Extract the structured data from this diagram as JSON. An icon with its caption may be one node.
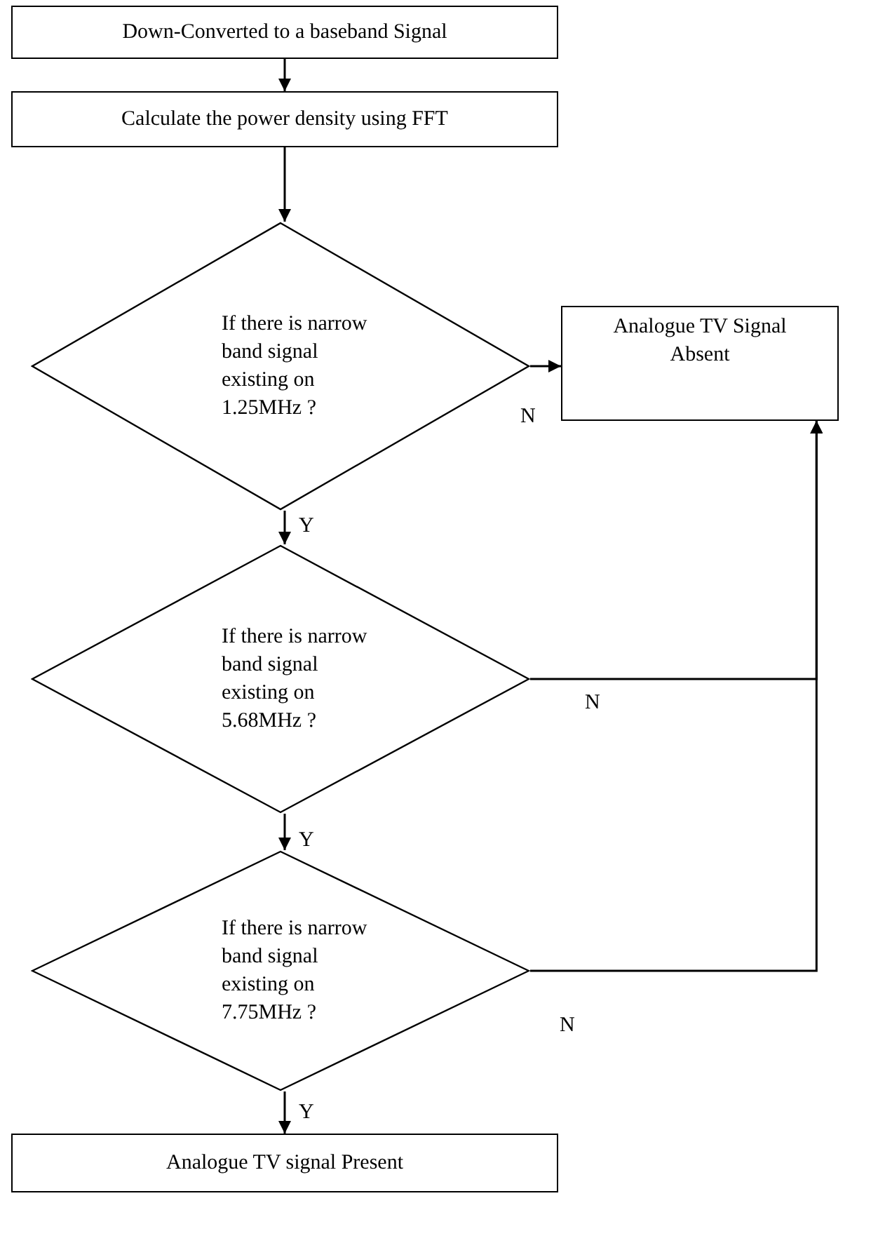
{
  "diagram": {
    "nodes": [
      {
        "text": [
          "Down-Converted to a baseband Signal"
        ]
      },
      {
        "text": [
          "Calculate the power density using FFT"
        ]
      },
      {
        "text": [
          "If there is narrow band signal existing on 1.25MHz ?"
        ]
      },
      {
        "text": [
          "Analogue TV Signal Absent"
        ]
      },
      {
        "text": [
          "If there is narrow band signal existing on 5.68MHz ?"
        ]
      },
      {
        "text": [
          "If there is narrow band signal existing on 7.75MHz ?"
        ]
      },
      {
        "text": [
          "Analogue TV signal Present"
        ]
      }
    ],
    "edges": [
      {
        "from": 0,
        "to": 1,
        "arrow": "to"
      },
      {
        "from": 1,
        "to": 2,
        "arrow": "to"
      },
      {
        "from": 2,
        "to": 3,
        "arrow": "to",
        "label": "N"
      },
      {
        "from": 2,
        "to": 4,
        "arrow": "to",
        "label": "Y"
      },
      {
        "from": 4,
        "to": 3,
        "arrow": "to",
        "label": "N"
      },
      {
        "from": 4,
        "to": 5,
        "arrow": "to",
        "label": "Y"
      },
      {
        "from": 5,
        "to": 3,
        "arrow": "to",
        "label": "N"
      },
      {
        "from": 5,
        "to": 6,
        "arrow": "to",
        "label": "Y"
      }
    ]
  }
}
